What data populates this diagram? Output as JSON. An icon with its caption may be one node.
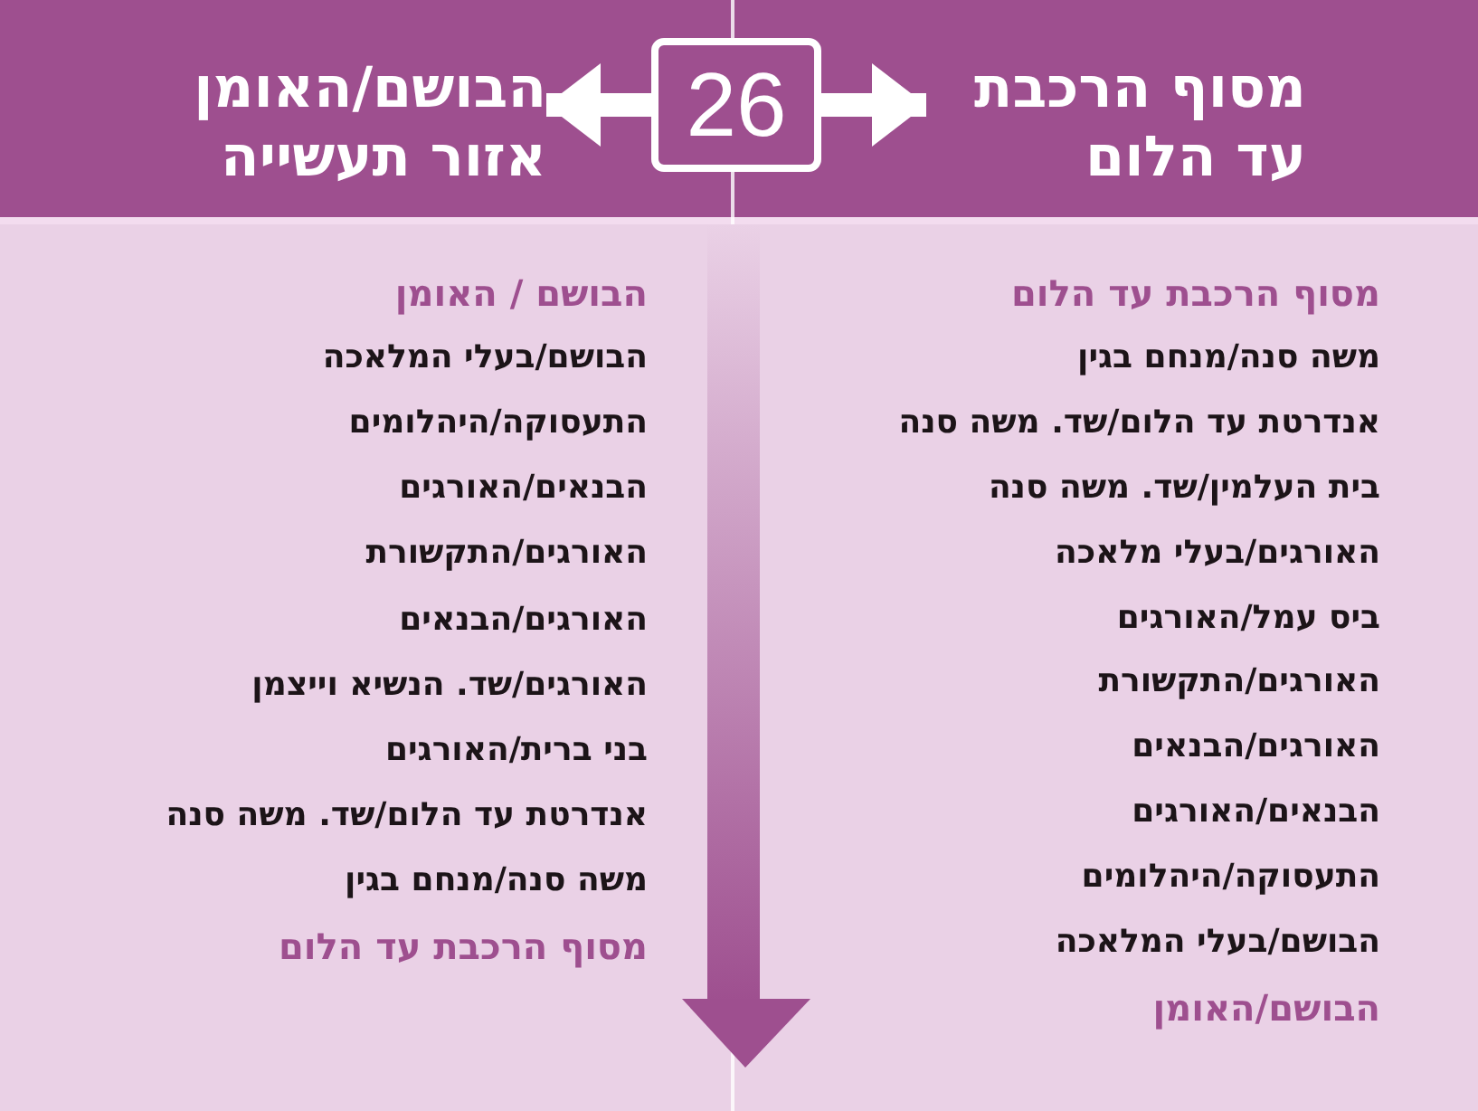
{
  "diagram": {
    "nodes": [
      {
        "text": [
          "הבושם/האומן אזור תעשייה"
        ]
      },
      {
        "text": [
          "26"
        ]
      },
      {
        "text": [
          "מסוף הרכבת עד הלום"
        ]
      }
    ],
    "edges": [
      {
        "from": 1,
        "to": 0,
        "arrow": "to"
      },
      {
        "from": 1,
        "to": 2,
        "arrow": "to"
      }
    ],
    "labels": [
      "מסוף הרכבת עד הלום",
      "משה סנה/מנחם בגין",
      "אנדרטת עד הלום/שד. משה סנה",
      "בית העלמין/שד. משה סנה",
      "האורגים/בעלי מלאכה",
      "ביס עמל/האורגים",
      "האורגים/התקשורת",
      "האורגים/הבנאים",
      "הבנאים/האורגים",
      "התעסוקה/היהלומים",
      "הבושם/בעלי המלאכה",
      "הבושם/האומן",
      "הבושם / האומן",
      "הבושם/בעלי המלאכה",
      "התעסוקה/היהלומים",
      "הבנאים/האורגים",
      "האורגים/התקשורת",
      "האורגים/הבנאים",
      "האורגים/שד. הנשיא וייצמן",
      "בני ברית/האורגים",
      "אנדרטת עד הלום/שד. משה סנה",
      "משה סנה/מנחם בגין",
      "מסוף הרכבת עד הלום"
    ]
  }
}
